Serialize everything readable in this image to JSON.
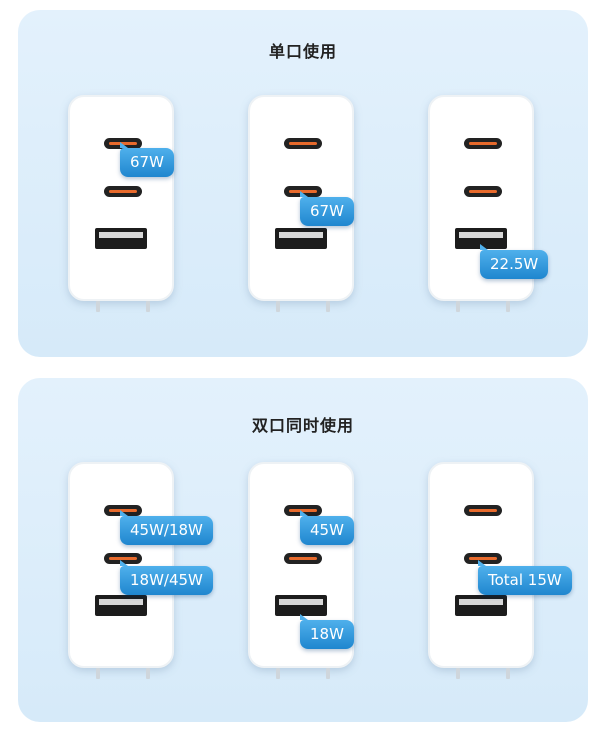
{
  "single": {
    "title": "单口使用",
    "labels": [
      "67W",
      "67W",
      "22.5W"
    ]
  },
  "dual": {
    "title": "双口同时使用",
    "labels": [
      [
        "45W/18W",
        "18W/45W"
      ],
      [
        "45W",
        "18W"
      ],
      [
        "Total 15W"
      ]
    ]
  },
  "colors": {
    "label": "#2a8fd6",
    "panel": "#dcedfa",
    "port_accent": "#e86a2c"
  }
}
